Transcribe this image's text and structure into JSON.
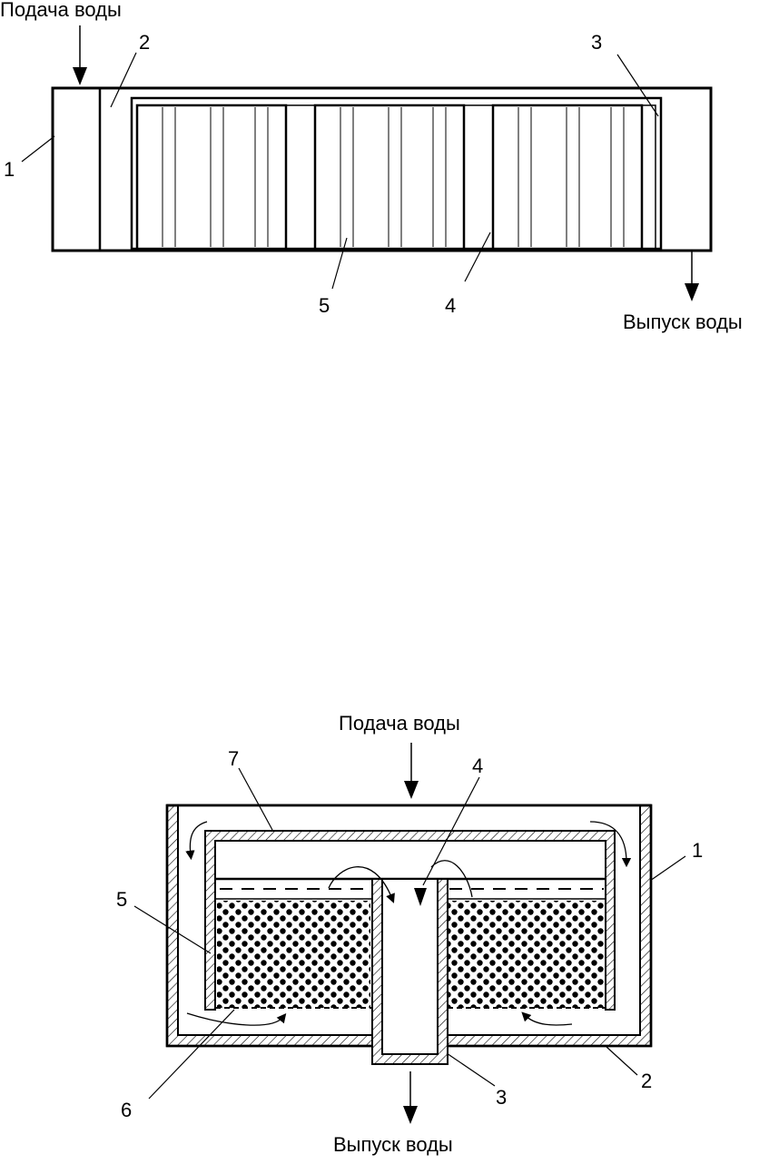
{
  "figure_top": {
    "inlet_label": "Подача воды",
    "outlet_label": "Выпуск воды",
    "callouts": [
      "1",
      "2",
      "3",
      "4",
      "5"
    ]
  },
  "figure_bottom": {
    "inlet_label": "Подача воды",
    "outlet_label": "Выпуск воды",
    "callouts": [
      "1",
      "2",
      "3",
      "4",
      "5",
      "6",
      "7"
    ]
  },
  "colors": {
    "line": "#000000",
    "background": "#ffffff"
  }
}
